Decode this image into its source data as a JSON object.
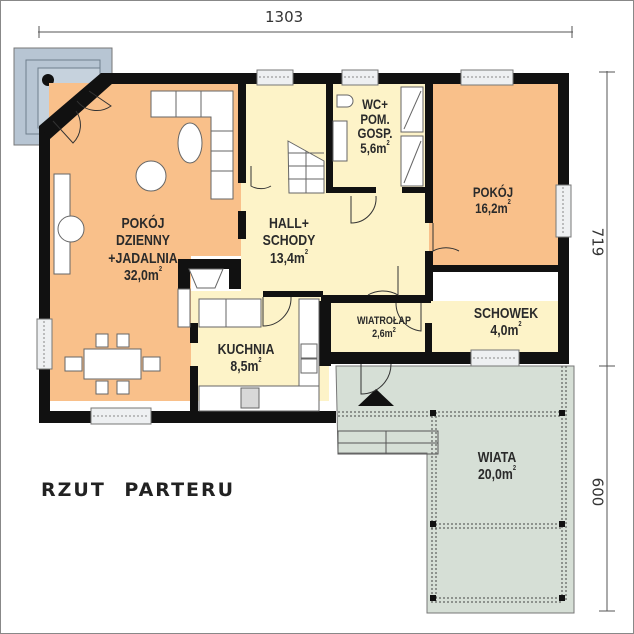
{
  "plan": {
    "title": "RZUT PARTERU",
    "dimensions": {
      "width_top": "1303",
      "height_right_upper": "719",
      "height_right_lower": "600"
    },
    "colors": {
      "wall": "#111111",
      "living_room": "#f9c08a",
      "hall": "#fdf3c8",
      "carport": "#d6dfd6",
      "terrace": "#b7c5d3",
      "furniture": "#ffffff"
    },
    "rooms": [
      {
        "id": "living",
        "name_lines": [
          "POKÓJ",
          "DZIENNY",
          "+JADALNIA"
        ],
        "area": "32,0m",
        "unit_sup": "2"
      },
      {
        "id": "hall",
        "name_lines": [
          "HALL+",
          "SCHODY"
        ],
        "area": "13,4m",
        "unit_sup": "2"
      },
      {
        "id": "wc",
        "name_lines": [
          "WC+",
          "POM.",
          "GOSP."
        ],
        "area": "5,6m",
        "unit_sup": "2"
      },
      {
        "id": "room",
        "name_lines": [
          "POKÓJ"
        ],
        "area": "16,2m",
        "unit_sup": "2"
      },
      {
        "id": "kitchen",
        "name_lines": [
          "KUCHNIA"
        ],
        "area": "8,5m",
        "unit_sup": "2"
      },
      {
        "id": "vestibule",
        "name_lines": [
          "WIATROŁAP"
        ],
        "area": "2,6m",
        "unit_sup": "2"
      },
      {
        "id": "storage",
        "name_lines": [
          "SCHOWEK"
        ],
        "area": "4,0m",
        "unit_sup": "2"
      },
      {
        "id": "carport",
        "name_lines": [
          "WIATA"
        ],
        "area": "20,0m",
        "unit_sup": "2"
      }
    ]
  }
}
